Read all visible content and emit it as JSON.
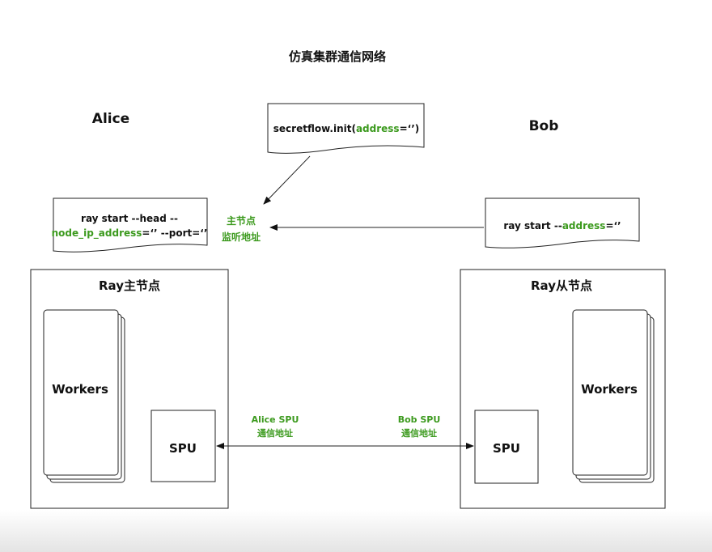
{
  "title": "仿真集群通信网络",
  "alice_label": "Alice",
  "bob_label": "Bob",
  "secretflow_init": {
    "prefix": "secretflow.init(",
    "param": "address",
    "suffix": "=‘’)"
  },
  "alice_cmd": {
    "line1": "ray start --head --",
    "param": "node_ip_address",
    "rest": "=‘’ --port=‘’"
  },
  "bob_cmd": {
    "prefix": "ray start --",
    "param": "address",
    "suffix": "=‘’"
  },
  "head_listen": {
    "line1": "主节点",
    "line2": "监听地址"
  },
  "alice_node": {
    "title": "Ray主节点",
    "workers": "Workers",
    "spu": "SPU"
  },
  "bob_node": {
    "title": "Ray从节点",
    "workers": "Workers",
    "spu": "SPU"
  },
  "alice_spu_addr": {
    "line1": "Alice SPU",
    "line2": "通信地址"
  },
  "bob_spu_addr": {
    "line1": "Bob SPU",
    "line2": "通信地址"
  },
  "colors": {
    "green": "#3c9a1e",
    "text": "#111111"
  }
}
